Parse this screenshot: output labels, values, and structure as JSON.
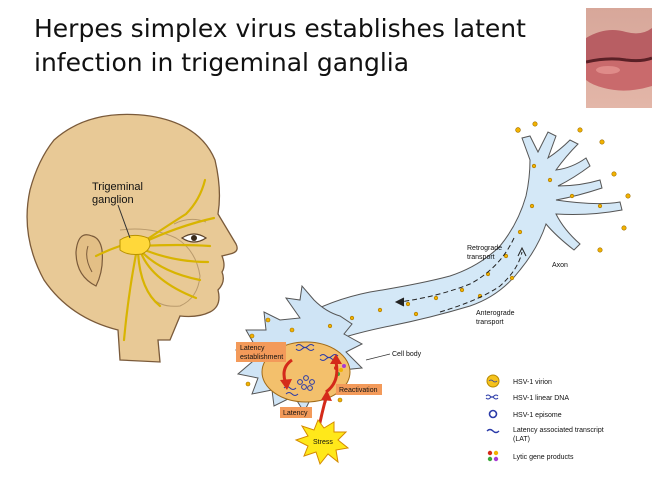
{
  "slide": {
    "title_line1": "Herpes simplex virus establishes latent",
    "title_line2": "infection in trigeminal ganglia"
  },
  "head_figure": {
    "label_line1": "Trigeminal",
    "label_line2": "ganglion"
  },
  "neuron_figure": {
    "retrograde_line1": "Retrograde",
    "retrograde_line2": "transport",
    "axon": "Axon",
    "anterograde_line1": "Anterograde",
    "anterograde_line2": "transport",
    "cell_body": "Cell body",
    "latency_establishment_line1": "Latency",
    "latency_establishment_line2": "establishment",
    "reactivation": "Reactivation",
    "latency": "Latency",
    "stress": "Stress"
  },
  "legend": {
    "items": [
      {
        "icon": "virion-icon",
        "label_line1": "HSV-1 virion",
        "label_line2": ""
      },
      {
        "icon": "linear-dna-icon",
        "label_line1": "HSV-1 linear DNA",
        "label_line2": ""
      },
      {
        "icon": "episome-icon",
        "label_line1": "HSV-1 episome",
        "label_line2": ""
      },
      {
        "icon": "lat-icon",
        "label_line1": "Latency associated transcript",
        "label_line2": "(LAT)"
      },
      {
        "icon": "lytic-products-icon",
        "label_line1": "Lytic gene products",
        "label_line2": ""
      }
    ]
  },
  "colors": {
    "nerve": "#d8b400",
    "ganglion": "#ffd83a",
    "skin": "#e7c79a",
    "cell_fill": "#cfe4f5",
    "nucleus": "#f3c06c",
    "arrow_red": "#d42a1a",
    "label_box": "#f39a5a",
    "stress_burst": "#ffe81a"
  }
}
